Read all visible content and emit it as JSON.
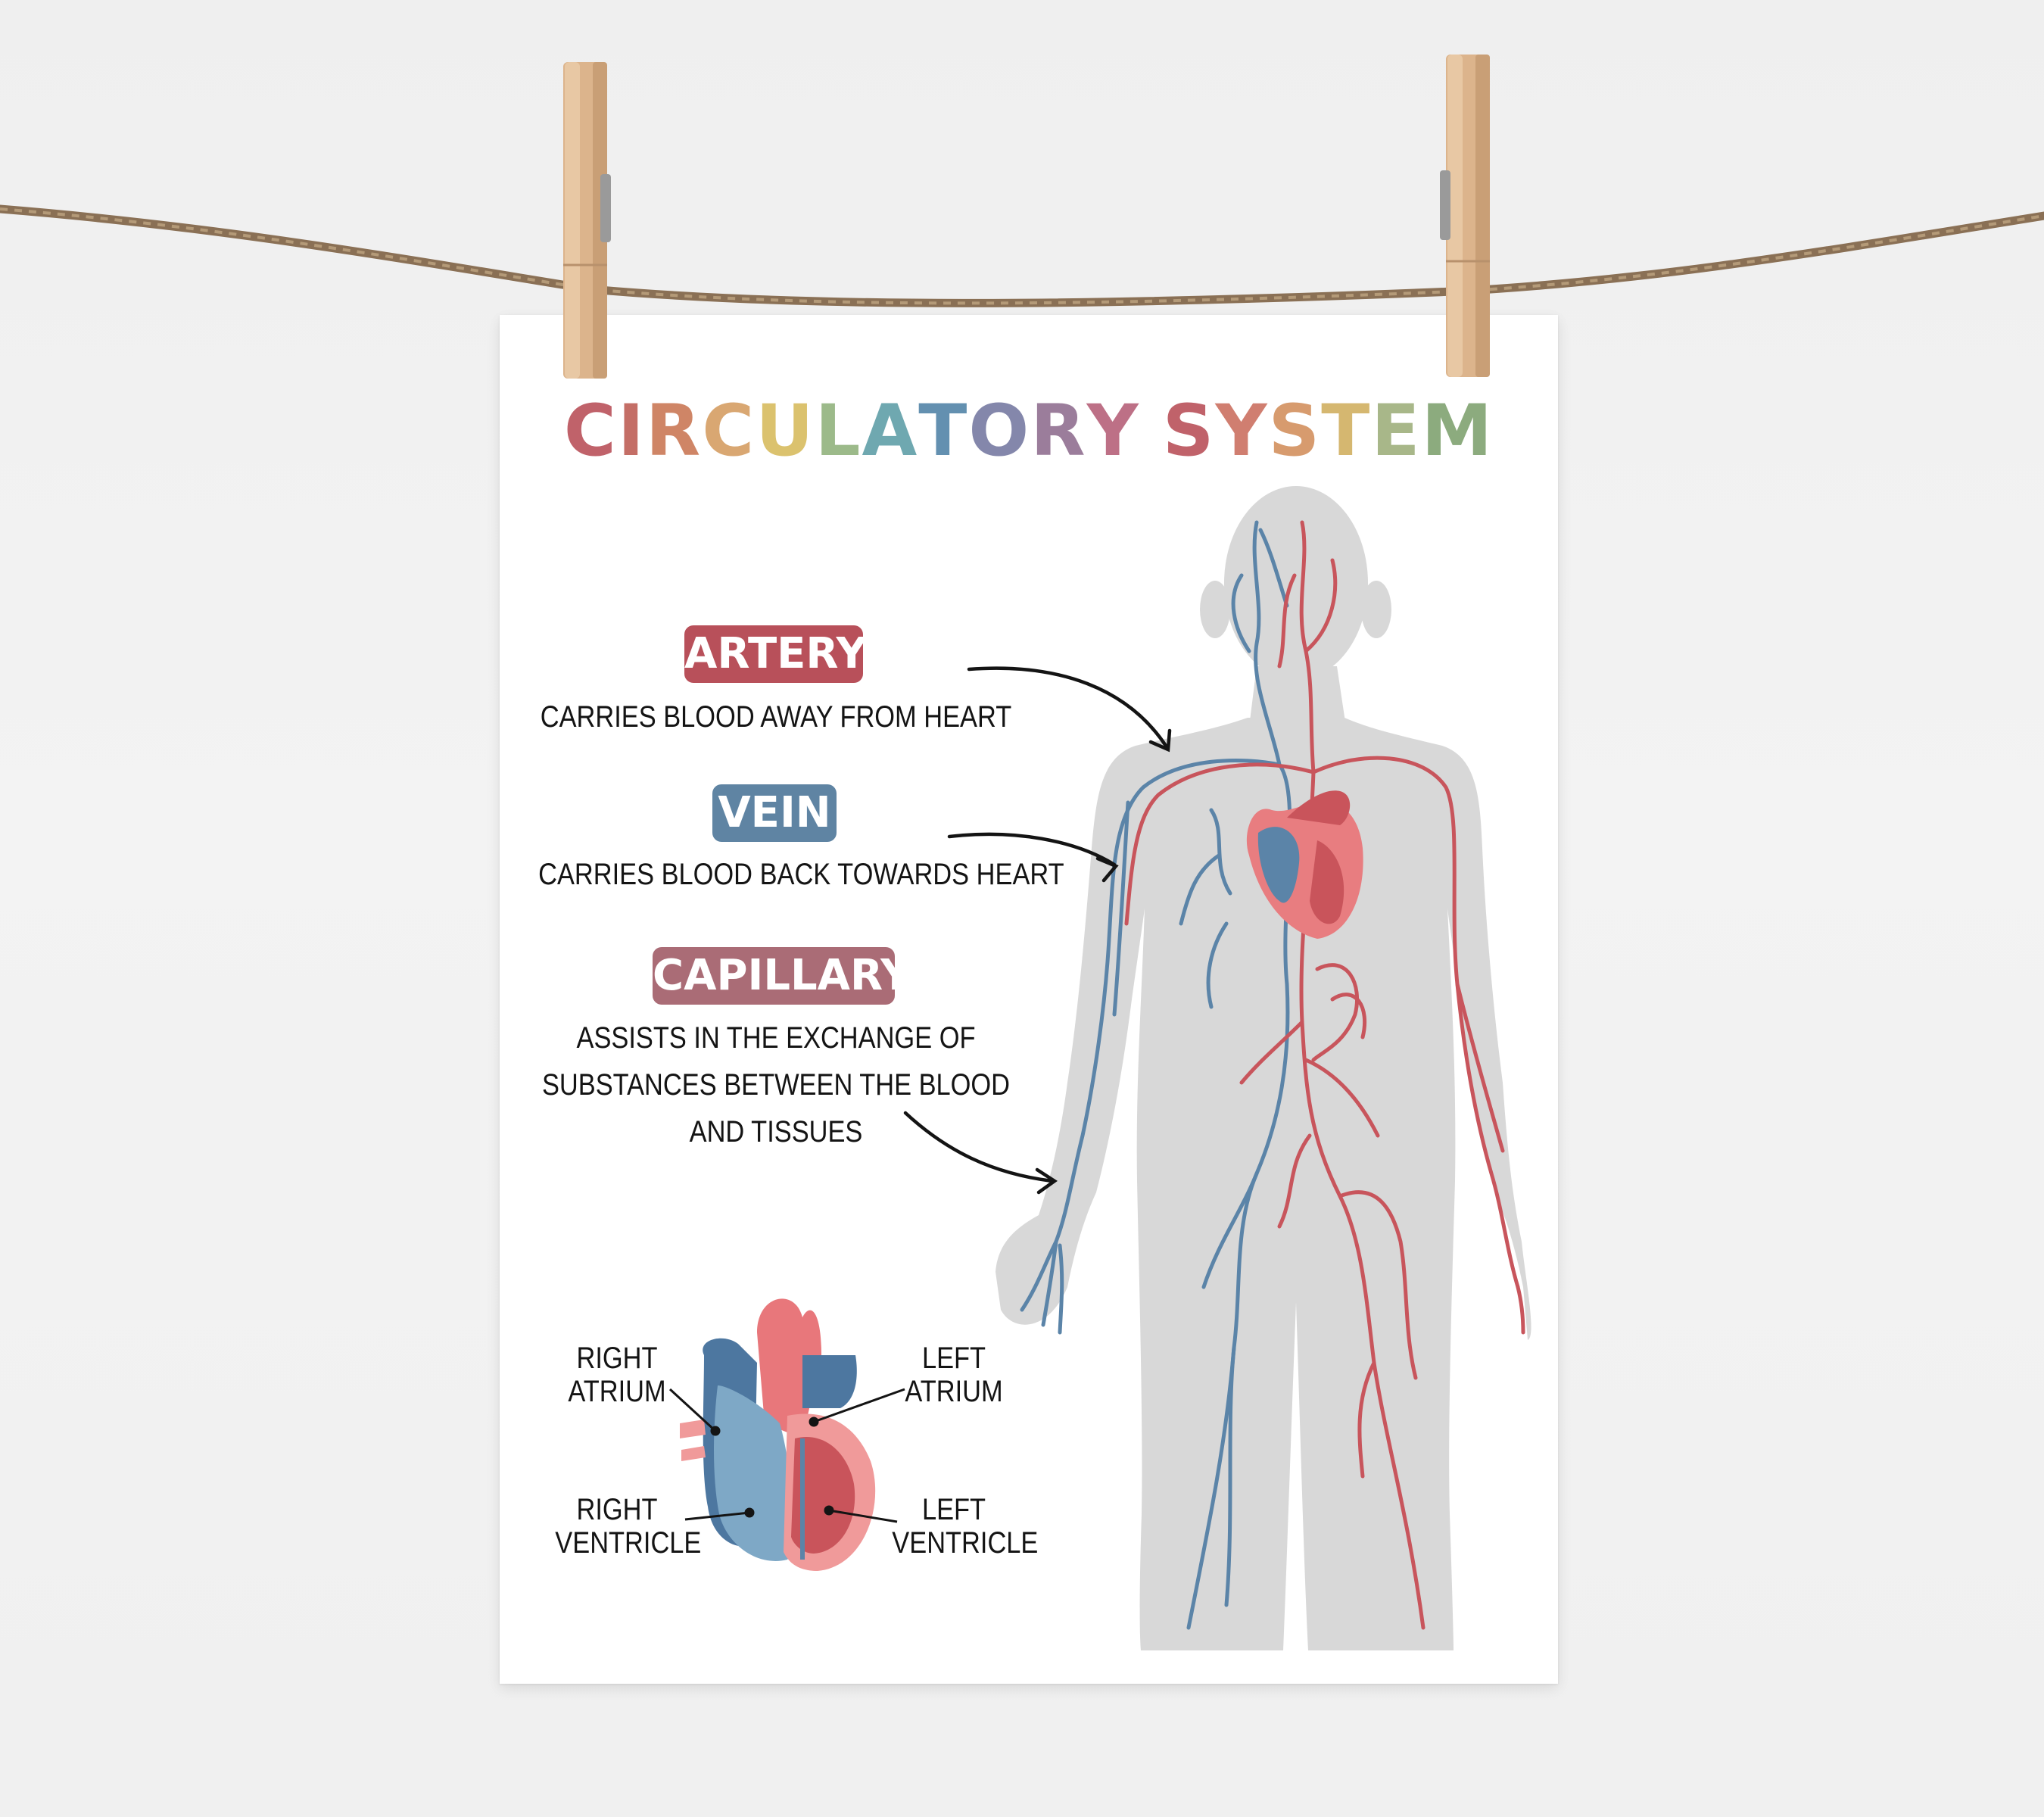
{
  "title": {
    "text": "CIRCULATORY SYSTEM",
    "letter_colors": [
      "#c0626a",
      "#c46e66",
      "#cf8566",
      "#d9a772",
      "#dbc26e",
      "#9cba8a",
      "#6fa8b0",
      "#6390b0",
      "#8487ab",
      "#9b7d9b",
      "#bd7086",
      "#c0626a",
      "#d07e70",
      "#d79b6e",
      "#d5b770",
      "#a8b789",
      "#8cab7e"
    ]
  },
  "terms": [
    {
      "label": "ARTERY",
      "description": [
        "CARRIES BLOOD AWAY FROM HEART"
      ],
      "color": "#b8505a"
    },
    {
      "label": "VEIN",
      "description": [
        "CARRIES BLOOD BACK TOWARDS HEART"
      ],
      "color": "#5f84a3"
    },
    {
      "label": "CAPILLARY",
      "description": [
        "ASSISTS IN THE EXCHANGE OF",
        "SUBSTANCES BETWEEN THE BLOOD",
        "AND TISSUES"
      ],
      "color": "#aa6c76"
    }
  ],
  "heart_labels": {
    "right_atrium": [
      "RIGHT",
      "ATRIUM"
    ],
    "left_atrium": [
      "LEFT",
      "ATRIUM"
    ],
    "right_ventricle": [
      "RIGHT",
      "VENTRICLE"
    ],
    "left_ventricle": [
      "LEFT",
      "VENTRICLE"
    ]
  },
  "colors": {
    "artery": "#c8555c",
    "vein": "#5b84a8",
    "body_silhouette": "#d8d8d8",
    "twine": "#8a7055",
    "clothespin": "#dcb48c"
  }
}
